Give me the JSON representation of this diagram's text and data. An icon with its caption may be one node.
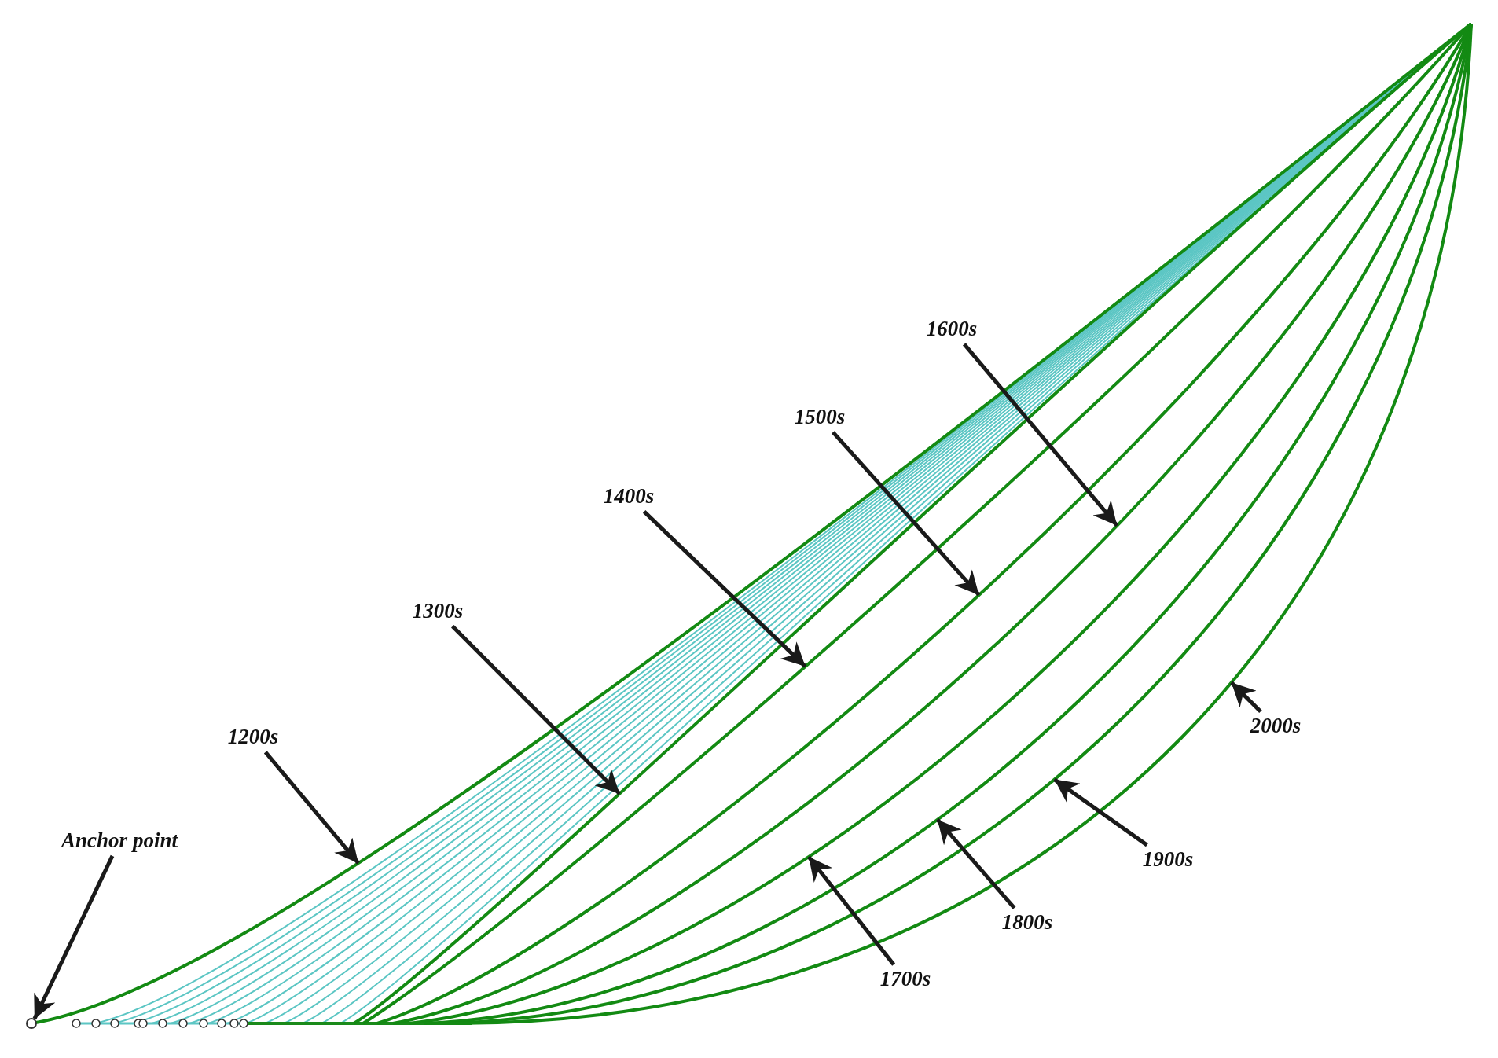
{
  "diagram": {
    "nodes": [
      {
        "text": [
          "Anchor point"
        ]
      },
      {
        "text": [
          "1200s"
        ]
      },
      {
        "text": [
          "1300s"
        ]
      },
      {
        "text": [
          "1400s"
        ]
      },
      {
        "text": [
          "1500s"
        ]
      },
      {
        "text": [
          "1600s"
        ]
      },
      {
        "text": [
          "1700s"
        ]
      },
      {
        "text": [
          "1800s"
        ]
      },
      {
        "text": [
          "1900s"
        ]
      },
      {
        "text": [
          "2000s"
        ]
      },
      {
        "text": [],
        "shape": "circle"
      }
    ],
    "edges": [
      {
        "from": 0,
        "to": 10,
        "arrow": "to"
      },
      {
        "from": 1,
        "to": null,
        "arrow": "to"
      },
      {
        "from": 2,
        "to": null,
        "arrow": "to"
      },
      {
        "from": 3,
        "to": null,
        "arrow": "to"
      },
      {
        "from": 4,
        "to": null,
        "arrow": "to"
      },
      {
        "from": 5,
        "to": null,
        "arrow": "to"
      },
      {
        "from": 6,
        "to": null,
        "arrow": "to"
      },
      {
        "from": 7,
        "to": null,
        "arrow": "to"
      },
      {
        "from": 8,
        "to": null,
        "arrow": "to"
      },
      {
        "from": 9,
        "to": null,
        "arrow": "to"
      }
    ]
  }
}
